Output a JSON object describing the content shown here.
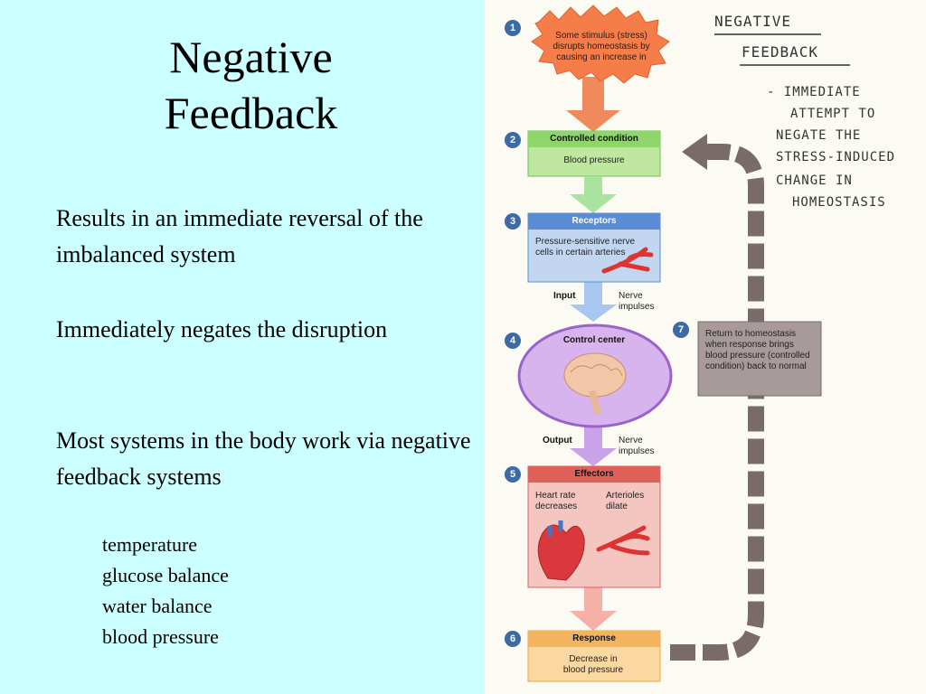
{
  "slide": {
    "title": "Negative Feedback",
    "paragraphs": [
      "Results in an immediate reversal of the imbalanced system",
      "Immediately negates the disruption",
      "Most systems in the body work via negative feedback systems"
    ],
    "examples": [
      "temperature",
      "glucose balance",
      "water balance",
      "blood pressure"
    ]
  },
  "diagram": {
    "steps": {
      "s1": {
        "num": "1",
        "text": "Some stimulus (stress) disrupts homeostasis by causing an increase in"
      },
      "s2": {
        "num": "2",
        "title": "Controlled condition",
        "text": "Blood pressure"
      },
      "s3": {
        "num": "3",
        "title": "Receptors",
        "text": "Pressure-sensitive nerve cells in certain arteries"
      },
      "s4": {
        "num": "4",
        "title": "Control center"
      },
      "s5": {
        "num": "5",
        "title": "Effectors",
        "left": "Heart rate decreases",
        "right": "Arterioles dilate"
      },
      "s6": {
        "num": "6",
        "title": "Response",
        "text": "Decrease in blood pressure"
      },
      "s7": {
        "num": "7",
        "text": "Return to homeostasis when response brings blood pressure (controlled condition) back to normal"
      }
    },
    "input_label": "Input",
    "input_nerve": "Nerve impulses",
    "output_label": "Output",
    "output_nerve": "Nerve impulses",
    "handwritten_title": [
      "NEGATIVE",
      "FEEDBACK"
    ],
    "handwritten_note": [
      "- IMMEDIATE",
      "ATTEMPT TO",
      "NEGATE THE",
      "STRESS-INDUCED",
      "CHANGE IN",
      "HOMEOSTASIS"
    ]
  }
}
